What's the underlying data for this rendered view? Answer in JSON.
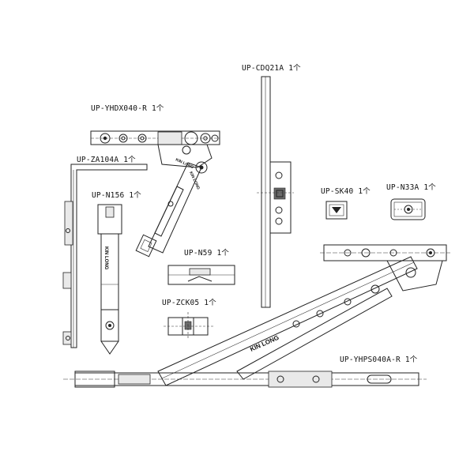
{
  "brand_text": "KIN LONG",
  "parts": [
    {
      "code": "UP-YHDX040-R",
      "qty": "1个"
    },
    {
      "code": "UP-CDQ21A",
      "qty": "1个"
    },
    {
      "code": "UP-ZA104A",
      "qty": "1个"
    },
    {
      "code": "UP-N156",
      "qty": "1个"
    },
    {
      "code": "UP-SK40",
      "qty": "1个"
    },
    {
      "code": "UP-N33A",
      "qty": "1个"
    },
    {
      "code": "UP-N59",
      "qty": "1个"
    },
    {
      "code": "UP-ZCK05",
      "qty": "1个"
    },
    {
      "code": "UP-YHPS040A-R",
      "qty": "1个"
    }
  ],
  "colors": {
    "line": "#222222",
    "fill": "#e9e9e9",
    "dark": "#6b6b6b",
    "background": "#ffffff"
  }
}
